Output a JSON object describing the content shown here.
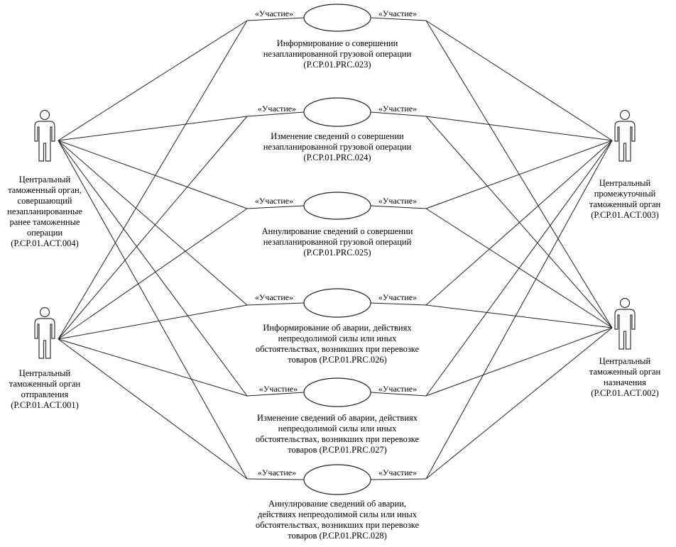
{
  "stereotype": "«Участие»",
  "actors": [
    {
      "id": "act004",
      "lines": [
        "Центральный",
        "таможенный орган,",
        "совершающий",
        "незапланированные",
        "ранее таможенные",
        "операции",
        "(P.CP.01.ACT.004)"
      ]
    },
    {
      "id": "act001",
      "lines": [
        "Центральный",
        "таможенный орган",
        "отправления",
        "(P.CP.01.ACT.001)"
      ]
    },
    {
      "id": "act003",
      "lines": [
        "Центральный",
        "промежуточный",
        "таможенный орган",
        "(P.CP.01.ACT.003)"
      ]
    },
    {
      "id": "act002",
      "lines": [
        "Центральный",
        "таможенный орган",
        "назначения",
        "(P.CP.01.ACT.002)"
      ]
    }
  ],
  "use_cases": [
    {
      "id": "prc023",
      "lines": [
        "Информирование о совершении",
        "незапланированной грузовой операции",
        "(P.CP.01.PRC.023)"
      ]
    },
    {
      "id": "prc024",
      "lines": [
        "Изменение сведений о совершении",
        "незапланированной грузовой операции",
        "(P.CP.01.PRC.024)"
      ]
    },
    {
      "id": "prc025",
      "lines": [
        "Аннулирование сведений о совершении",
        "незапланированной грузовой операций",
        "(P.CP.01.PRC.025)"
      ]
    },
    {
      "id": "prc026",
      "lines": [
        "Информирование об аварии, действиях",
        "непреодолимой силы или иных",
        "обстоятельствах, возникших при перевозке",
        "товаров (P.CP.01.PRC.026)"
      ]
    },
    {
      "id": "prc027",
      "lines": [
        "Изменение сведений об аварии, действиях",
        "непреодолимой силы или иных",
        "обстоятельствах, возникших при перевозке",
        "товаров (P.CP.01.PRC.027)"
      ]
    },
    {
      "id": "prc028",
      "lines": [
        "Аннулирование сведений об аварии,",
        "действиях непреодолимой силы или иных",
        "обстоятельствах, возникших при перевозке",
        "товаров (P.CP.01.PRC.028)"
      ]
    }
  ]
}
